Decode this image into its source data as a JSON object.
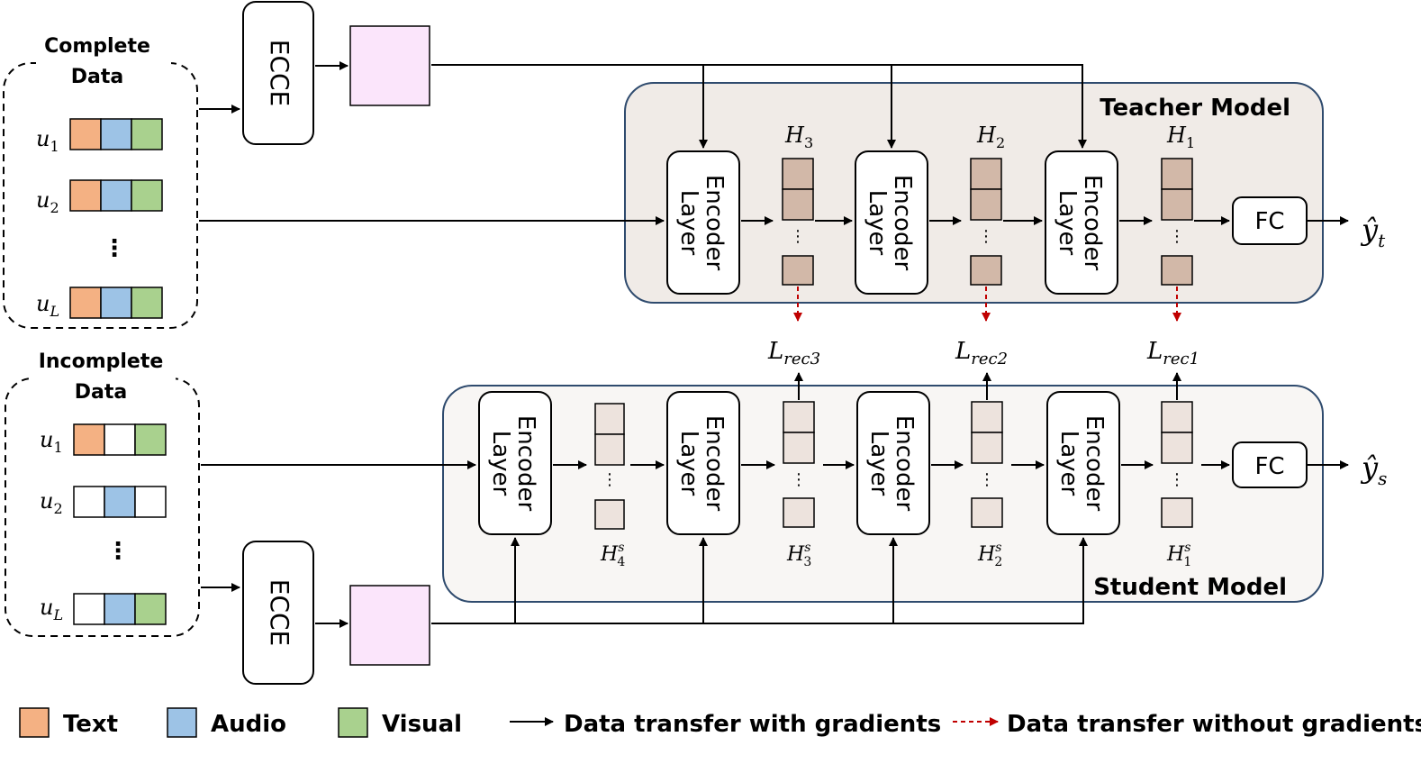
{
  "complete_data": {
    "title_line1": "Complete",
    "title_line2": "Data",
    "rows": [
      {
        "label": "u",
        "sub": "1"
      },
      {
        "label": "u",
        "sub": "2"
      },
      {
        "label": "u",
        "sub": "L"
      }
    ],
    "ellipsis": "⋮"
  },
  "incomplete_data": {
    "title_line1": "Incomplete",
    "title_line2": "Data",
    "rows": [
      {
        "label": "u",
        "sub": "1"
      },
      {
        "label": "u",
        "sub": "2"
      },
      {
        "label": "u",
        "sub": "L"
      }
    ],
    "ellipsis": "⋮"
  },
  "ecce_label": "ECCE",
  "encoder_line1": "Encoder",
  "encoder_line2": "Layer",
  "fc_label": "FC",
  "teacher": {
    "title": "Teacher Model",
    "hidden": [
      {
        "label": "H",
        "sub": "3"
      },
      {
        "label": "H",
        "sub": "2"
      },
      {
        "label": "H",
        "sub": "1"
      }
    ],
    "output": {
      "label": "ŷ",
      "sub": "t"
    }
  },
  "student": {
    "title": "Student Model",
    "hidden": [
      {
        "label": "H",
        "sup": "s",
        "sub": "4"
      },
      {
        "label": "H",
        "sup": "s",
        "sub": "3"
      },
      {
        "label": "H",
        "sup": "s",
        "sub": "2"
      },
      {
        "label": "H",
        "sup": "s",
        "sub": "1"
      }
    ],
    "output": {
      "label": "ŷ",
      "sub": "s"
    }
  },
  "losses": [
    {
      "label": "L",
      "sub": "rec3"
    },
    {
      "label": "L",
      "sub": "rec2"
    },
    {
      "label": "L",
      "sub": "rec1"
    }
  ],
  "column_ellipsis": "⋮",
  "legend": {
    "text": "Text",
    "audio": "Audio",
    "visual": "Visual",
    "with_gradients": "Data transfer with gradients",
    "without_gradients": "Data transfer without gradients"
  },
  "colors": {
    "text": "#F4B183",
    "audio": "#9DC3E6",
    "visual": "#A9D18E",
    "teacher_feature": "#D2B8A8",
    "student_feature": "#EDE3DD",
    "teacher_panel": "#F0EBE7",
    "student_panel": "#F8F6F4",
    "panel_border": "#2F4B6E",
    "ecce_output": "#FBE5FB",
    "dashed_arrow": "#C00000"
  }
}
